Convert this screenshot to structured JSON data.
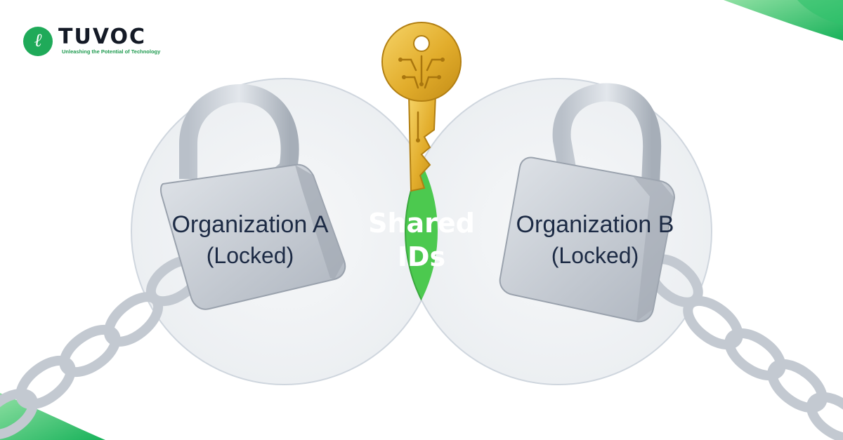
{
  "brand": {
    "mark": "ℓ",
    "name": "TUVOC",
    "tagline": "Unleashing the Potential of Technology"
  },
  "diagram": {
    "left_set": {
      "title": "Organization A",
      "state": "(Locked)"
    },
    "right_set": {
      "title": "Organization B",
      "state": "(Locked)"
    },
    "intersection": {
      "line1": "Shared",
      "line2": "IDs"
    },
    "icons": [
      "padlock-icon",
      "padlock-icon",
      "key-icon",
      "chain-icon",
      "chain-icon"
    ]
  },
  "colors": {
    "brand_green": "#1faa59",
    "intersection_green": "#4cc94f",
    "circle_fill": "#f1f3f4",
    "circle_stroke": "#cfd6de",
    "key_gold": "#e7b93a",
    "lock_grey": "#c9ced6",
    "text_dark": "#1c2a44"
  }
}
